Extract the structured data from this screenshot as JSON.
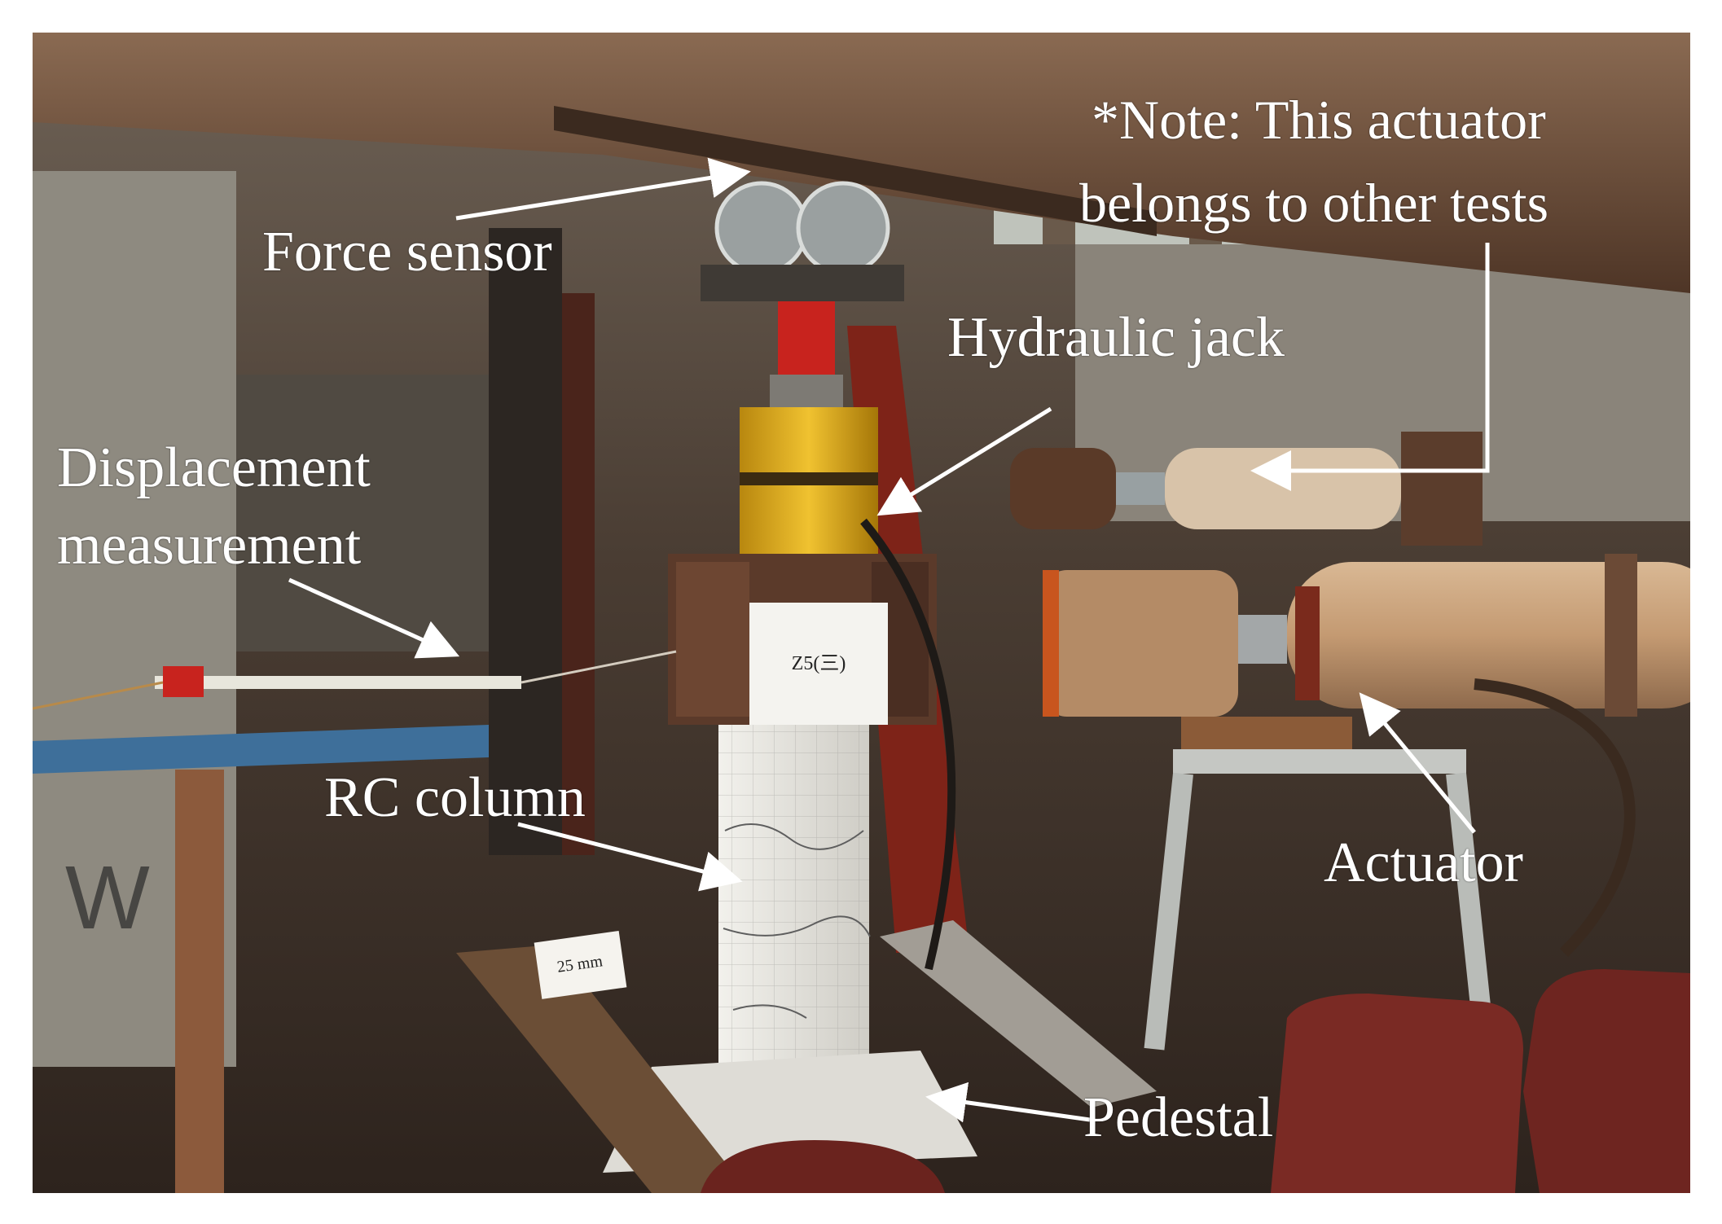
{
  "figure": {
    "labels": {
      "force_sensor": "Force sensor",
      "hydraulic_jack": "Hydraulic jack",
      "displacement_line1": "Displacement",
      "displacement_line2": "measurement",
      "rc_column": "RC column",
      "actuator": "Actuator",
      "pedestal": "Pedestal",
      "note_line1": "*Note: This actuator",
      "note_line2": "belongs to other tests"
    },
    "specimen_sign": "Z5(三)",
    "scale_tag": "25 mm",
    "wall_marking": "W",
    "colors": {
      "label_text": "#ffffff",
      "arrow": "#ffffff",
      "rust": "#7a3b22",
      "jack_yellow": "#e3b21c",
      "sensor_red": "#c8231e",
      "actuator_tan": "#c9a27c",
      "column_white": "#ecebe6",
      "chair_red": "#7a2a24"
    }
  }
}
